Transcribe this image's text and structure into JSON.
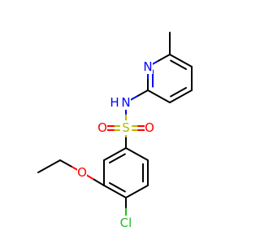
{
  "molecule": {
    "atoms": {
      "N_amide": "N",
      "H_amide": "H",
      "N_pyridine": "N",
      "S": "S",
      "O_left": "O",
      "O_right": "O",
      "O_ether": "O",
      "Cl": "Cl"
    },
    "colors": {
      "carbon": "#000000",
      "nitrogen": "#0000ff",
      "sulfur": "#b8b800",
      "oxygen": "#ff0000",
      "chlorine": "#1fbf1f"
    }
  }
}
